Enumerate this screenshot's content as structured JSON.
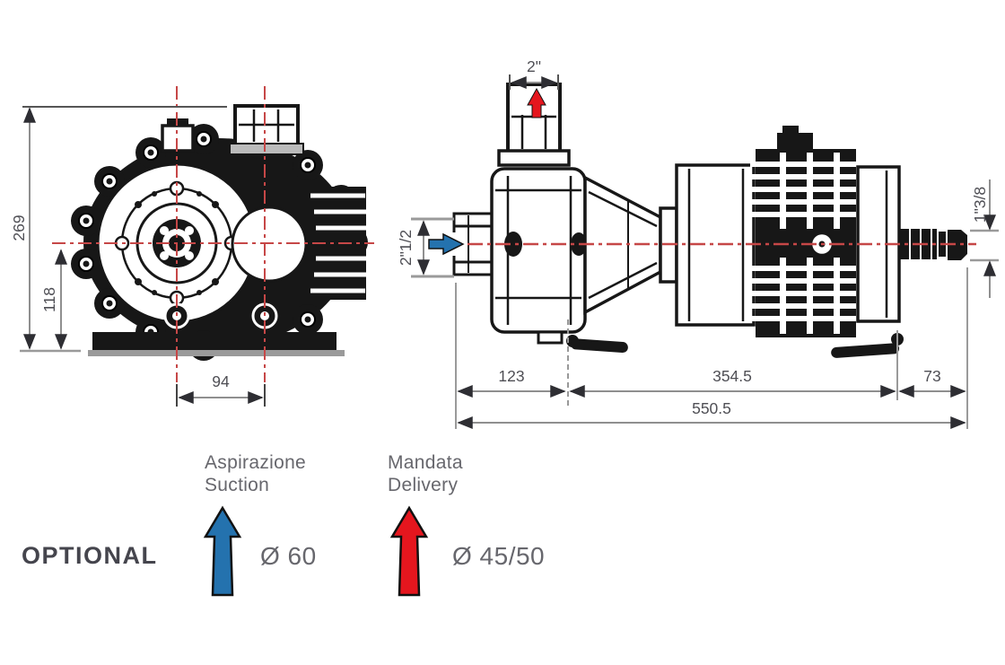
{
  "front_view": {
    "dim_height": "269",
    "dim_center_to_base": "118",
    "dim_port_centers": "94"
  },
  "side_view": {
    "dim_delivery_port": "2\"",
    "dim_suction_port": "2\"1/2",
    "dim_shaft_diameter": "1\"3/8",
    "dim_front_length": "123",
    "dim_body_length": "354.5",
    "dim_shaft_length": "73",
    "dim_total_length": "550.5"
  },
  "legend": {
    "optional": "OPTIONAL",
    "suction_label_it": "Aspirazione",
    "suction_label_en": "Suction",
    "suction_diameter": "Ø 60",
    "delivery_label_it": "Mandata",
    "delivery_label_en": "Delivery",
    "delivery_diameter": "Ø 45/50"
  },
  "colors": {
    "drawing_ink": "#171717",
    "centerline_red": "#c64747",
    "suction_arrow_blue": "#2472ae",
    "delivery_arrow_red": "#e5161e",
    "dimension_gray": "#8f8f8f",
    "dimension_text": "#4f4f55",
    "legend_text": "#67676d"
  }
}
